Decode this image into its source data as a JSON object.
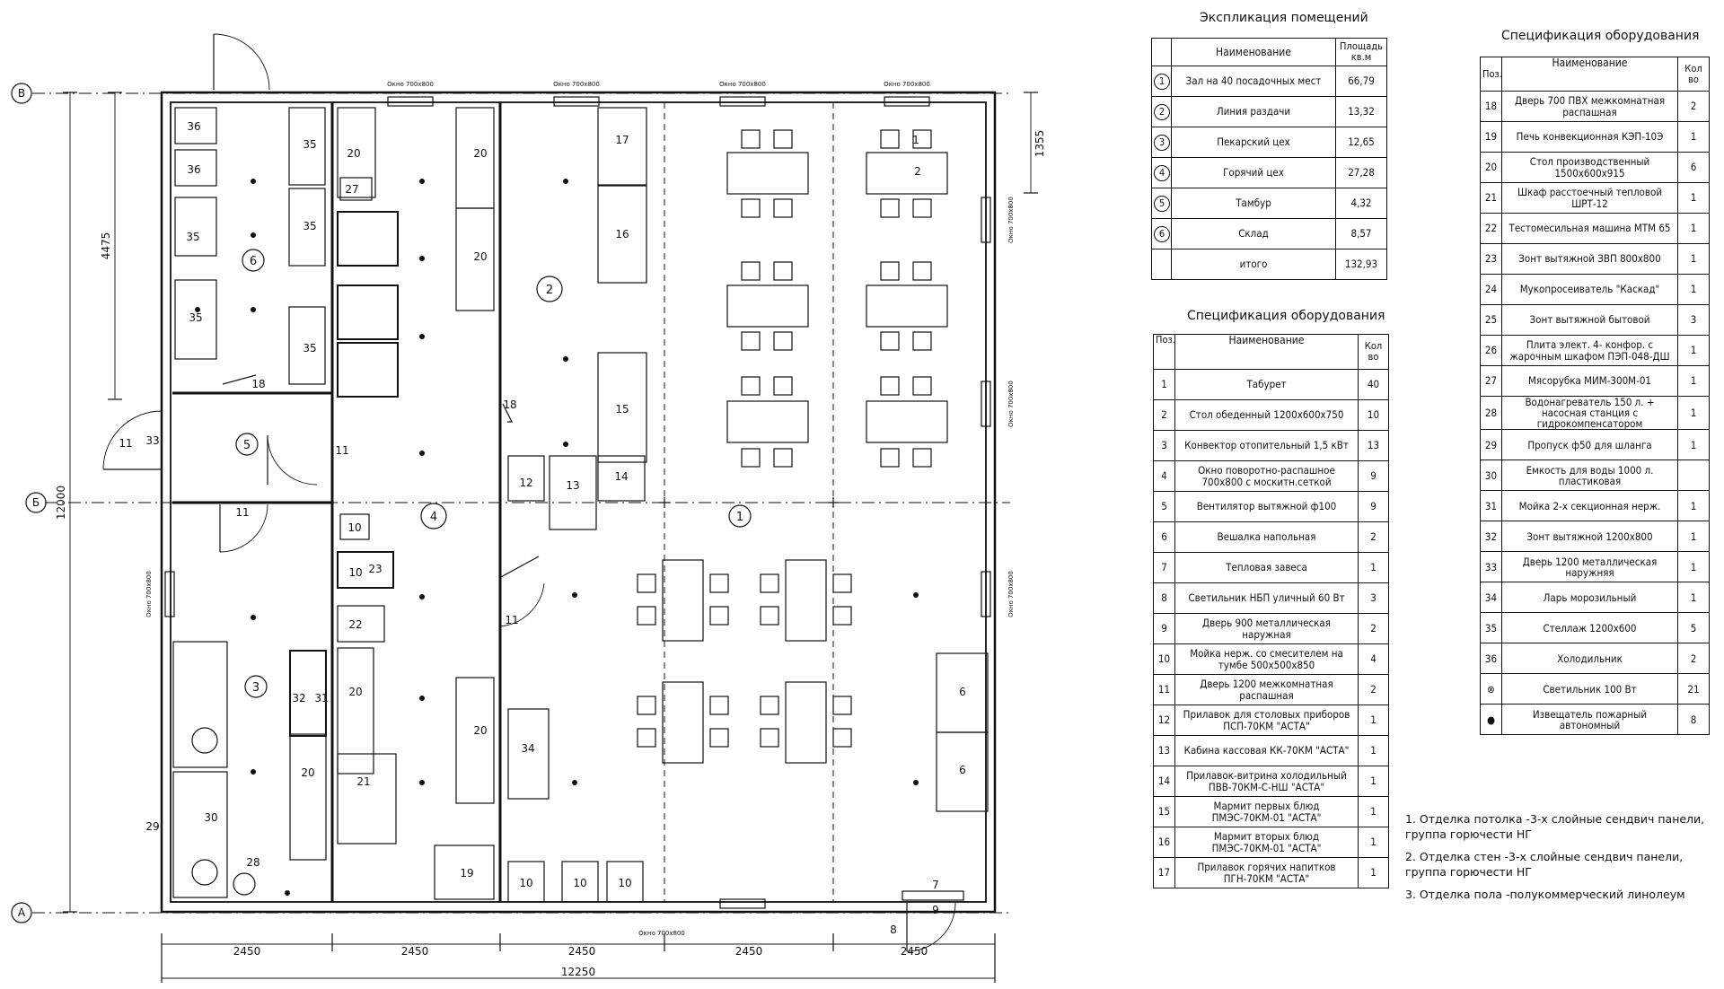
{
  "plan": {
    "axes": {
      "top": "В",
      "middle": "Б",
      "bottom": "А"
    },
    "dimensions": {
      "columns": [
        "2450",
        "2450",
        "2450",
        "2450",
        "2450"
      ],
      "overall_width": "12250",
      "overall_height": "12000",
      "left_upper": "4475",
      "right_upper": "1355"
    },
    "window_label": "Окно 700х800",
    "room_markers": [
      "1",
      "2",
      "3",
      "4",
      "5",
      "6"
    ],
    "equipment_labels": [
      "1",
      "2",
      "6",
      "6",
      "7",
      "8",
      "9",
      "10",
      "10",
      "10",
      "10",
      "10",
      "11",
      "11",
      "11",
      "11",
      "12",
      "13",
      "14",
      "15",
      "16",
      "17",
      "18",
      "18",
      "19",
      "20",
      "20",
      "20",
      "20",
      "20",
      "20",
      "21",
      "22",
      "23",
      "27",
      "28",
      "29",
      "30",
      "31",
      "32",
      "33",
      "34",
      "35",
      "35",
      "35",
      "35",
      "35",
      "36",
      "36"
    ]
  },
  "explication": {
    "title": "Экспликация помещений",
    "headers": [
      "Наименование",
      "Площадь кв.м"
    ],
    "rows": [
      {
        "no": "1",
        "name": "Зал на 40 посадочных мест",
        "area": "66,79"
      },
      {
        "no": "2",
        "name": "Линия раздачи",
        "area": "13,32"
      },
      {
        "no": "3",
        "name": "Пекарский цех",
        "area": "12,65"
      },
      {
        "no": "4",
        "name": "Горячий цех",
        "area": "27,28"
      },
      {
        "no": "5",
        "name": "Тамбур",
        "area": "4,32"
      },
      {
        "no": "6",
        "name": "Склад",
        "area": "8,57"
      }
    ],
    "total": {
      "label": "итого",
      "value": "132,93"
    }
  },
  "spec1": {
    "title": "Спецификация оборудования",
    "headers": [
      "Поз.",
      "Наименование",
      "Кол во"
    ],
    "rows": [
      {
        "no": "1",
        "name": "Табурет",
        "qty": "40"
      },
      {
        "no": "2",
        "name": "Стол обеденный 1200х600х750",
        "qty": "10"
      },
      {
        "no": "3",
        "name": "Конвектор отопительный 1,5 кВт",
        "qty": "13"
      },
      {
        "no": "4",
        "name": "Окно поворотно-распашное 700х800 с москитн.сеткой",
        "qty": "9"
      },
      {
        "no": "5",
        "name": "Вентилятор вытяжной ф100",
        "qty": "9"
      },
      {
        "no": "6",
        "name": "Вешалка напольная",
        "qty": "2"
      },
      {
        "no": "7",
        "name": "Тепловая завеса",
        "qty": "1"
      },
      {
        "no": "8",
        "name": "Светильник НБП уличный 60 Вт",
        "qty": "3"
      },
      {
        "no": "9",
        "name": "Дверь 900 металлическая наружная",
        "qty": "2"
      },
      {
        "no": "10",
        "name": "Мойка нерж. со смесителем на тумбе 500х500х850",
        "qty": "4"
      },
      {
        "no": "11",
        "name": "Дверь 1200 межкомнатная распашная",
        "qty": "2"
      },
      {
        "no": "12",
        "name": "Прилавок для столовых приборов ПСП-70КМ \"АСТА\"",
        "qty": "1"
      },
      {
        "no": "13",
        "name": "Кабина кассовая КК-70КМ \"АСТА\"",
        "qty": "1"
      },
      {
        "no": "14",
        "name": "Прилавок-витрина холодильный ПВВ-70КМ-С-НШ \"АСТА\"",
        "qty": "1"
      },
      {
        "no": "15",
        "name": "Мармит первых блюд ПМЭС-70КМ-01 \"АСТА\"",
        "qty": "1"
      },
      {
        "no": "16",
        "name": "Мармит вторых блюд ПМЭС-70КМ-01 \"АСТА\"",
        "qty": "1"
      },
      {
        "no": "17",
        "name": "Прилавок горячих напитков ПГН-70КМ \"АСТА\"",
        "qty": "1"
      }
    ]
  },
  "spec2": {
    "title": "Спецификация оборудования",
    "headers": [
      "Поз.",
      "Наименование",
      "Кол во"
    ],
    "rows": [
      {
        "no": "18",
        "name": "Дверь 700 ПВХ межкомнатная распашная",
        "qty": "2"
      },
      {
        "no": "19",
        "name": "Печь конвекционная КЭП-10Э",
        "qty": "1"
      },
      {
        "no": "20",
        "name": "Стол производственный 1500х600х915",
        "qty": "6"
      },
      {
        "no": "21",
        "name": "Шкаф расстоечный тепловой ШРТ-12",
        "qty": "1"
      },
      {
        "no": "22",
        "name": "Тестомесильная машина МТМ 65",
        "qty": "1"
      },
      {
        "no": "23",
        "name": "Зонт вытяжной ЗВП 800х800",
        "qty": "1"
      },
      {
        "no": "24",
        "name": "Мукопросеиватель \"Каскад\"",
        "qty": "1"
      },
      {
        "no": "25",
        "name": "Зонт вытяжной бытовой",
        "qty": "3"
      },
      {
        "no": "26",
        "name": "Плита элект. 4- конфор. с жарочным шкафом ПЭП-048-ДШ",
        "qty": "1"
      },
      {
        "no": "27",
        "name": "Мясорубка МИМ-300М-01",
        "qty": "1"
      },
      {
        "no": "28",
        "name": "Водонагреватель 150 л. + насосная станция с гидрокомпенсатором",
        "qty": "1"
      },
      {
        "no": "29",
        "name": "Пропуск ф50 для шланга",
        "qty": "1"
      },
      {
        "no": "30",
        "name": "Емкость для воды 1000 л. пластиковая",
        "qty": ""
      },
      {
        "no": "31",
        "name": "Мойка 2-х секционная нерж.",
        "qty": "1"
      },
      {
        "no": "32",
        "name": "Зонт вытяжной 1200х800",
        "qty": "1"
      },
      {
        "no": "33",
        "name": "Дверь 1200 металлическая наружняя",
        "qty": "1"
      },
      {
        "no": "34",
        "name": "Ларь морозильный",
        "qty": "1"
      },
      {
        "no": "35",
        "name": "Стеллаж 1200х600",
        "qty": "5"
      },
      {
        "no": "36",
        "name": "Холодильник",
        "qty": "2"
      },
      {
        "no": "",
        "name": "Светильник 100 Вт",
        "qty": "21"
      },
      {
        "no": "",
        "name": "Извещатель пожарный автономный",
        "qty": "8"
      }
    ]
  },
  "notes": [
    "1. Отделка потолка -3-х слойные сендвич панели, группа горючести НГ",
    "2. Отделка стен -3-х слойные сендвич панели, группа горючести НГ",
    "3. Отделка пола -полукоммерческий линолеум"
  ]
}
